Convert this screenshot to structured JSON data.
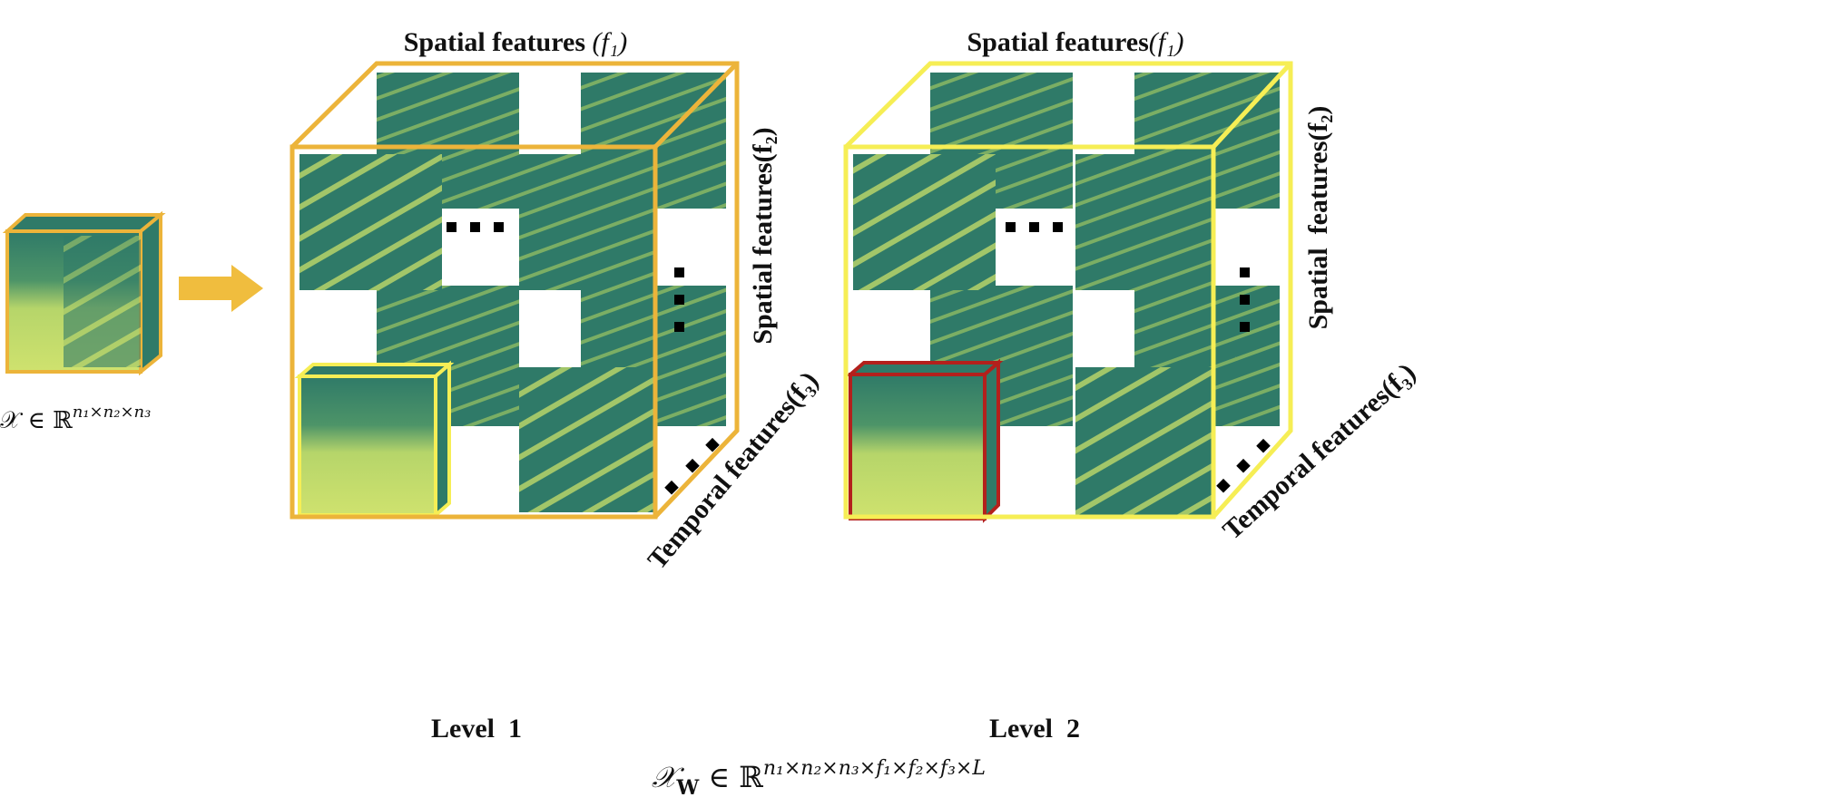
{
  "input": {
    "label": "𝒳 ∈ ℝ",
    "sup": "n₁×n₂×n₃"
  },
  "level1": {
    "title": "Spatial features",
    "title_var": "(f₁)",
    "side": "Spatial features(f₂)",
    "diag": "Temporal features(f₃)",
    "name": "Level  1"
  },
  "level2": {
    "title": "Spatial features",
    "title_var": "(f₁)",
    "side": "Spatial  features(f₂)",
    "diag": "Temporal features(f₃)",
    "name": "Level  2"
  },
  "output": {
    "label": "𝒳",
    "sub": "W",
    "in": " ∈ ℝ",
    "sup": "n₁×n₂×n₃×f₁×f₂×f₃×L"
  },
  "colors": {
    "green": "#2f7a68",
    "light": "#c9df6a",
    "orange": "#ecb43a",
    "yellow": "#f6ee55",
    "red": "#b3201c"
  }
}
